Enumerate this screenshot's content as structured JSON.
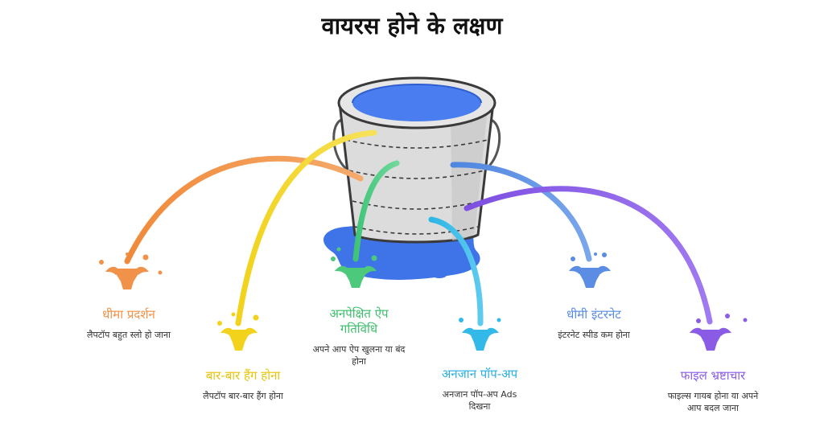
{
  "title": "वायरस होने के लक्षण",
  "items": [
    {
      "heading": "धीमा प्रदर्शन",
      "desc": "लैपटॉप बहुत स्लो हो जाना",
      "color": "#f0924a"
    },
    {
      "heading": "बार-बार हैंग होना",
      "desc": "लैपटॉप बार-बार हैंग होना",
      "color": "#f2d21b"
    },
    {
      "heading": "अनपेक्षित ऐप गतिविधि",
      "desc": "अपने आप ऐप खुलना या बंद होना",
      "color": "#4cc97a"
    },
    {
      "heading": "अनजान पॉप-अप",
      "desc": "अनजान पॉप-अप Ads दिखना",
      "color": "#33b9e8"
    },
    {
      "heading": "धीमी इंटरनेट",
      "desc": "इंटरनेट स्पीड कम होना",
      "color": "#5a8de3"
    },
    {
      "heading": "फाइल भ्रष्टाचार",
      "desc": "फाइल्स गायब होना या अपने आप बदल जाना",
      "color": "#8a5ce6"
    }
  ]
}
